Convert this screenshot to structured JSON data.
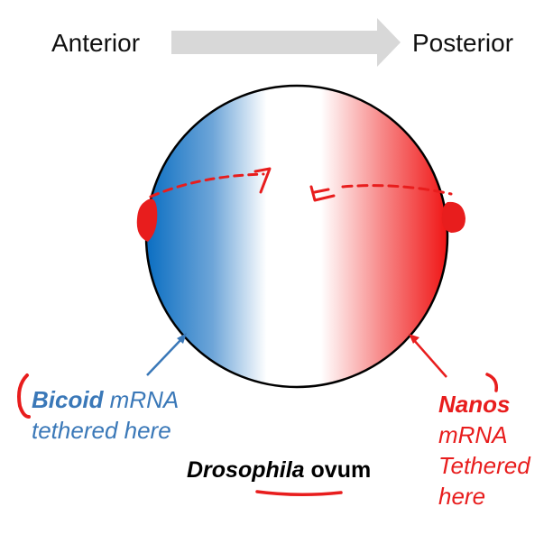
{
  "header": {
    "anterior": "Anterior",
    "posterior": "Posterior"
  },
  "anterior_callout": {
    "gene": "Bicoid",
    "suffix": " mRNA",
    "line2": "tethered here"
  },
  "posterior_callout": {
    "gene": "Nanos",
    "line2": "mRNA",
    "line3": "Tethered",
    "line4": "here"
  },
  "caption": {
    "species": "Drosophila",
    "rest": " ovum"
  },
  "colors": {
    "bicoid_blue": "#0a6ec2",
    "nanos_red": "#f01515",
    "callout_blue": "#3a78b8",
    "annotation_red": "#e81d1d",
    "arrow_gray": "#d8d8d8"
  }
}
